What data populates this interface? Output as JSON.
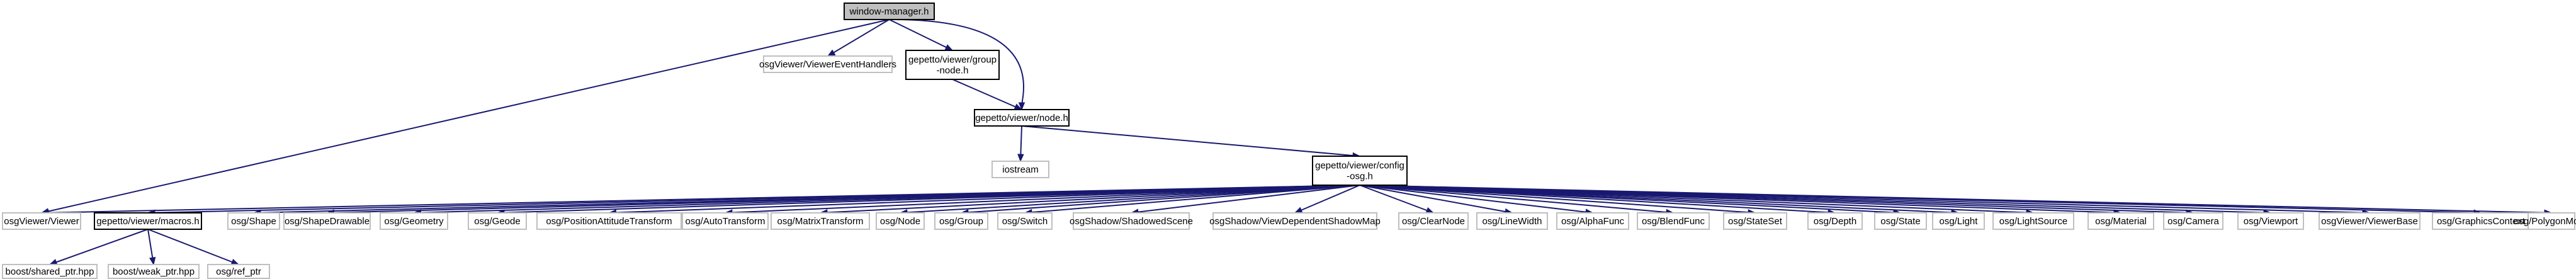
{
  "colors": {
    "edge": "#191970",
    "focus_fill": "#bfbfbf",
    "focus_stroke": "#000000",
    "documented_stroke": "#000000",
    "external_stroke": "#bfbfbf",
    "node_fill": "#ffffff"
  },
  "nodes": [
    {
      "id": "window_manager",
      "lines": [
        "window-manager.h"
      ],
      "kind": "focus"
    },
    {
      "id": "event_handlers",
      "lines": [
        "osgViewer/ViewerEventHandlers"
      ],
      "kind": "external"
    },
    {
      "id": "group_node",
      "lines": [
        "gepetto/viewer/group",
        "-node.h"
      ],
      "kind": "documented"
    },
    {
      "id": "node_h",
      "lines": [
        "gepetto/viewer/node.h"
      ],
      "kind": "documented"
    },
    {
      "id": "iostream",
      "lines": [
        "iostream"
      ],
      "kind": "external"
    },
    {
      "id": "config_osg",
      "lines": [
        "gepetto/viewer/config",
        "-osg.h"
      ],
      "kind": "documented"
    },
    {
      "id": "osgviewer_viewer",
      "lines": [
        "osgViewer/Viewer"
      ],
      "kind": "external"
    },
    {
      "id": "macros",
      "lines": [
        "gepetto/viewer/macros.h"
      ],
      "kind": "documented"
    },
    {
      "id": "shape",
      "lines": [
        "osg/Shape"
      ],
      "kind": "external"
    },
    {
      "id": "shape_drawable",
      "lines": [
        "osg/ShapeDrawable"
      ],
      "kind": "external"
    },
    {
      "id": "geometry",
      "lines": [
        "osg/Geometry"
      ],
      "kind": "external"
    },
    {
      "id": "geode",
      "lines": [
        "osg/Geode"
      ],
      "kind": "external"
    },
    {
      "id": "pat",
      "lines": [
        "osg/PositionAttitudeTransform"
      ],
      "kind": "external"
    },
    {
      "id": "auto_transform",
      "lines": [
        "osg/AutoTransform"
      ],
      "kind": "external"
    },
    {
      "id": "matrix_transform",
      "lines": [
        "osg/MatrixTransform"
      ],
      "kind": "external"
    },
    {
      "id": "osg_node",
      "lines": [
        "osg/Node"
      ],
      "kind": "external"
    },
    {
      "id": "group",
      "lines": [
        "osg/Group"
      ],
      "kind": "external"
    },
    {
      "id": "switch",
      "lines": [
        "osg/Switch"
      ],
      "kind": "external"
    },
    {
      "id": "shadowed_scene",
      "lines": [
        "osgShadow/ShadowedScene"
      ],
      "kind": "external"
    },
    {
      "id": "vdsm",
      "lines": [
        "osgShadow/ViewDependentShadowMap"
      ],
      "kind": "external"
    },
    {
      "id": "clear_node",
      "lines": [
        "osg/ClearNode"
      ],
      "kind": "external"
    },
    {
      "id": "line_width",
      "lines": [
        "osg/LineWidth"
      ],
      "kind": "external"
    },
    {
      "id": "alpha_func",
      "lines": [
        "osg/AlphaFunc"
      ],
      "kind": "external"
    },
    {
      "id": "blend_func",
      "lines": [
        "osg/BlendFunc"
      ],
      "kind": "external"
    },
    {
      "id": "state_set",
      "lines": [
        "osg/StateSet"
      ],
      "kind": "external"
    },
    {
      "id": "depth",
      "lines": [
        "osg/Depth"
      ],
      "kind": "external"
    },
    {
      "id": "state",
      "lines": [
        "osg/State"
      ],
      "kind": "external"
    },
    {
      "id": "light",
      "lines": [
        "osg/Light"
      ],
      "kind": "external"
    },
    {
      "id": "light_source",
      "lines": [
        "osg/LightSource"
      ],
      "kind": "external"
    },
    {
      "id": "material",
      "lines": [
        "osg/Material"
      ],
      "kind": "external"
    },
    {
      "id": "camera",
      "lines": [
        "osg/Camera"
      ],
      "kind": "external"
    },
    {
      "id": "viewport",
      "lines": [
        "osg/Viewport"
      ],
      "kind": "external"
    },
    {
      "id": "viewer_base",
      "lines": [
        "osgViewer/ViewerBase"
      ],
      "kind": "external"
    },
    {
      "id": "graphics_context",
      "lines": [
        "osg/GraphicsContext"
      ],
      "kind": "external"
    },
    {
      "id": "polygon_mode",
      "lines": [
        "osg/PolygonMode"
      ],
      "kind": "external"
    },
    {
      "id": "shared_ptr",
      "lines": [
        "boost/shared_ptr.hpp"
      ],
      "kind": "external"
    },
    {
      "id": "weak_ptr",
      "lines": [
        "boost/weak_ptr.hpp"
      ],
      "kind": "external"
    },
    {
      "id": "ref_ptr",
      "lines": [
        "osg/ref_ptr"
      ],
      "kind": "external"
    }
  ],
  "edges": [
    [
      "window_manager",
      "event_handlers"
    ],
    [
      "window_manager",
      "group_node"
    ],
    [
      "window_manager",
      "node_h"
    ],
    [
      "window_manager",
      "osgviewer_viewer"
    ],
    [
      "group_node",
      "node_h"
    ],
    [
      "node_h",
      "iostream"
    ],
    [
      "node_h",
      "config_osg"
    ],
    [
      "config_osg",
      "osgviewer_viewer"
    ],
    [
      "config_osg",
      "macros"
    ],
    [
      "config_osg",
      "shape"
    ],
    [
      "config_osg",
      "shape_drawable"
    ],
    [
      "config_osg",
      "geometry"
    ],
    [
      "config_osg",
      "geode"
    ],
    [
      "config_osg",
      "pat"
    ],
    [
      "config_osg",
      "auto_transform"
    ],
    [
      "config_osg",
      "matrix_transform"
    ],
    [
      "config_osg",
      "osg_node"
    ],
    [
      "config_osg",
      "group"
    ],
    [
      "config_osg",
      "switch"
    ],
    [
      "config_osg",
      "shadowed_scene"
    ],
    [
      "config_osg",
      "vdsm"
    ],
    [
      "config_osg",
      "clear_node"
    ],
    [
      "config_osg",
      "line_width"
    ],
    [
      "config_osg",
      "alpha_func"
    ],
    [
      "config_osg",
      "blend_func"
    ],
    [
      "config_osg",
      "state_set"
    ],
    [
      "config_osg",
      "depth"
    ],
    [
      "config_osg",
      "state"
    ],
    [
      "config_osg",
      "light"
    ],
    [
      "config_osg",
      "light_source"
    ],
    [
      "config_osg",
      "material"
    ],
    [
      "config_osg",
      "camera"
    ],
    [
      "config_osg",
      "viewport"
    ],
    [
      "config_osg",
      "viewer_base"
    ],
    [
      "config_osg",
      "graphics_context"
    ],
    [
      "config_osg",
      "polygon_mode"
    ],
    [
      "macros",
      "shared_ptr"
    ],
    [
      "macros",
      "weak_ptr"
    ],
    [
      "macros",
      "ref_ptr"
    ]
  ]
}
